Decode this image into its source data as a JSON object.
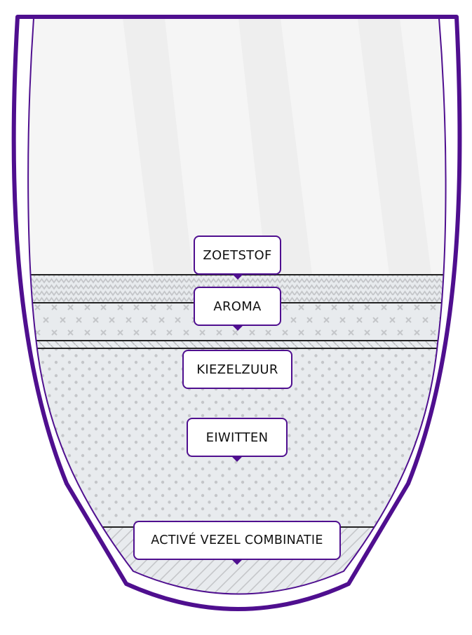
{
  "diagram": {
    "colors": {
      "outline": "#4f0f8f",
      "layer_bg": "#e8ebee",
      "pattern": "#c4c6c9",
      "empty_bg": "#f5f5f5",
      "separator": "#222222"
    },
    "layers": [
      {
        "label": "ZOETSTOF",
        "pattern": "zigzag"
      },
      {
        "label": "AROMA",
        "pattern": "crosses"
      },
      {
        "label": "KIEZELZUUR",
        "pattern": "hatch"
      },
      {
        "label": "EIWITTEN",
        "pattern": "dots"
      },
      {
        "label": "ACTIVÉ VEZEL COMBINATIE",
        "pattern": "diagonal-lines"
      }
    ]
  }
}
